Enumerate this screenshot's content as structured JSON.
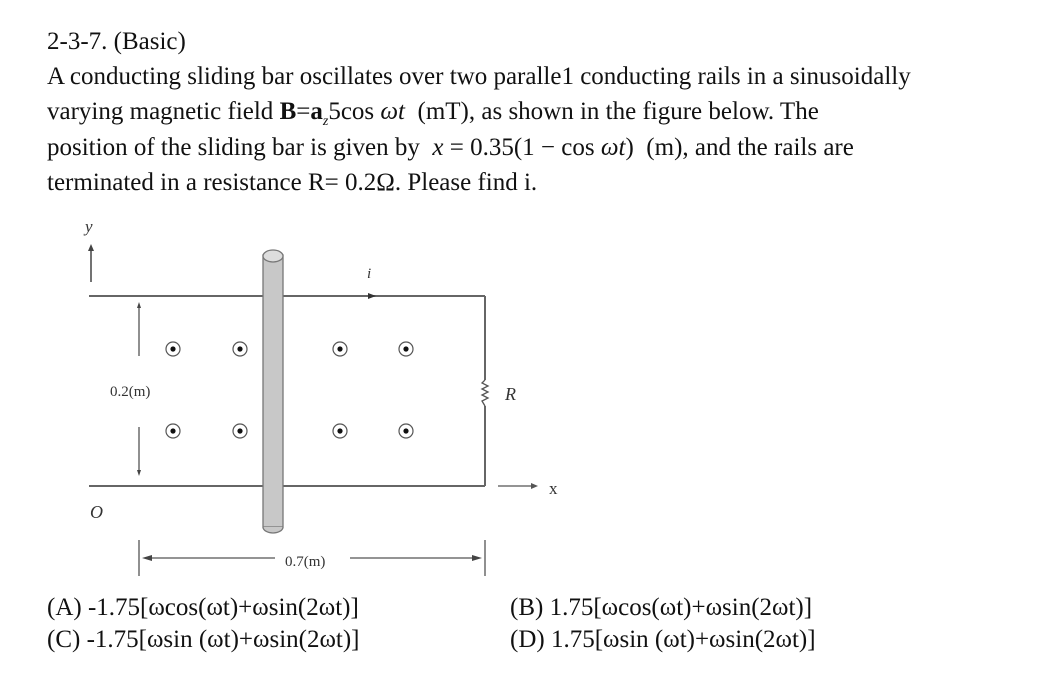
{
  "problem": {
    "id": "2-3-7. (Basic)",
    "line1": "A conducting sliding bar oscillates over two paralle1 conducting rails in a sinusoidally",
    "line2_pre": "varying magnetic field ",
    "line2_B": "B",
    "line2_eq": "=",
    "line2_a": "a",
    "line2_sub": "z",
    "line2_cos": "5cos ",
    "line2_wt": "ωt",
    "line2_post": "  (mT), as shown in the figure below. The",
    "line3_pre": "position of the sliding bar is given by  ",
    "line3_x": "x",
    "line3_eq": " = 0.35(1 − cos ",
    "line3_wt": "ωt",
    "line3_post": ")  (m), and the rails are",
    "line4": "terminated in a resistance R= 0.2Ω. Please find i."
  },
  "figure": {
    "y_axis_label": "y",
    "x_axis_label": "x",
    "origin_label": "O",
    "current_label": "i",
    "resistor_label": "R",
    "width_label": "0.2(m)",
    "length_label": "0.7(m)"
  },
  "options": [
    {
      "label": "(A)  -1.75[ωcos(ωt)+ωsin(2ωt)]"
    },
    {
      "label": "(B)  1.75[ωcos(ωt)+ωsin(2ωt)]"
    },
    {
      "label": "(C)  -1.75[ωsin (ωt)+ωsin(2ωt)]"
    },
    {
      "label": "(D)  1.75[ωsin (ωt)+ωsin(2ωt)]"
    }
  ]
}
